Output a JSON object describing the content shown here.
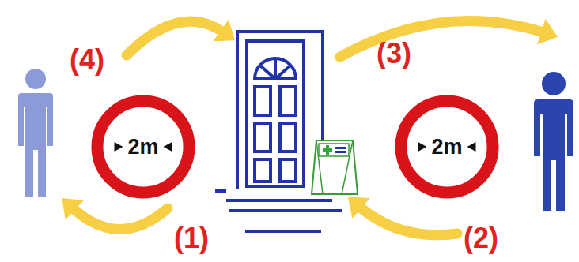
{
  "diagram": {
    "nodes": [
      {
        "text": [
          "2m"
        ]
      },
      {
        "text": [
          "2m"
        ]
      }
    ],
    "labels": [
      "(4)",
      "(3)",
      "(1)",
      "(2)"
    ]
  }
}
